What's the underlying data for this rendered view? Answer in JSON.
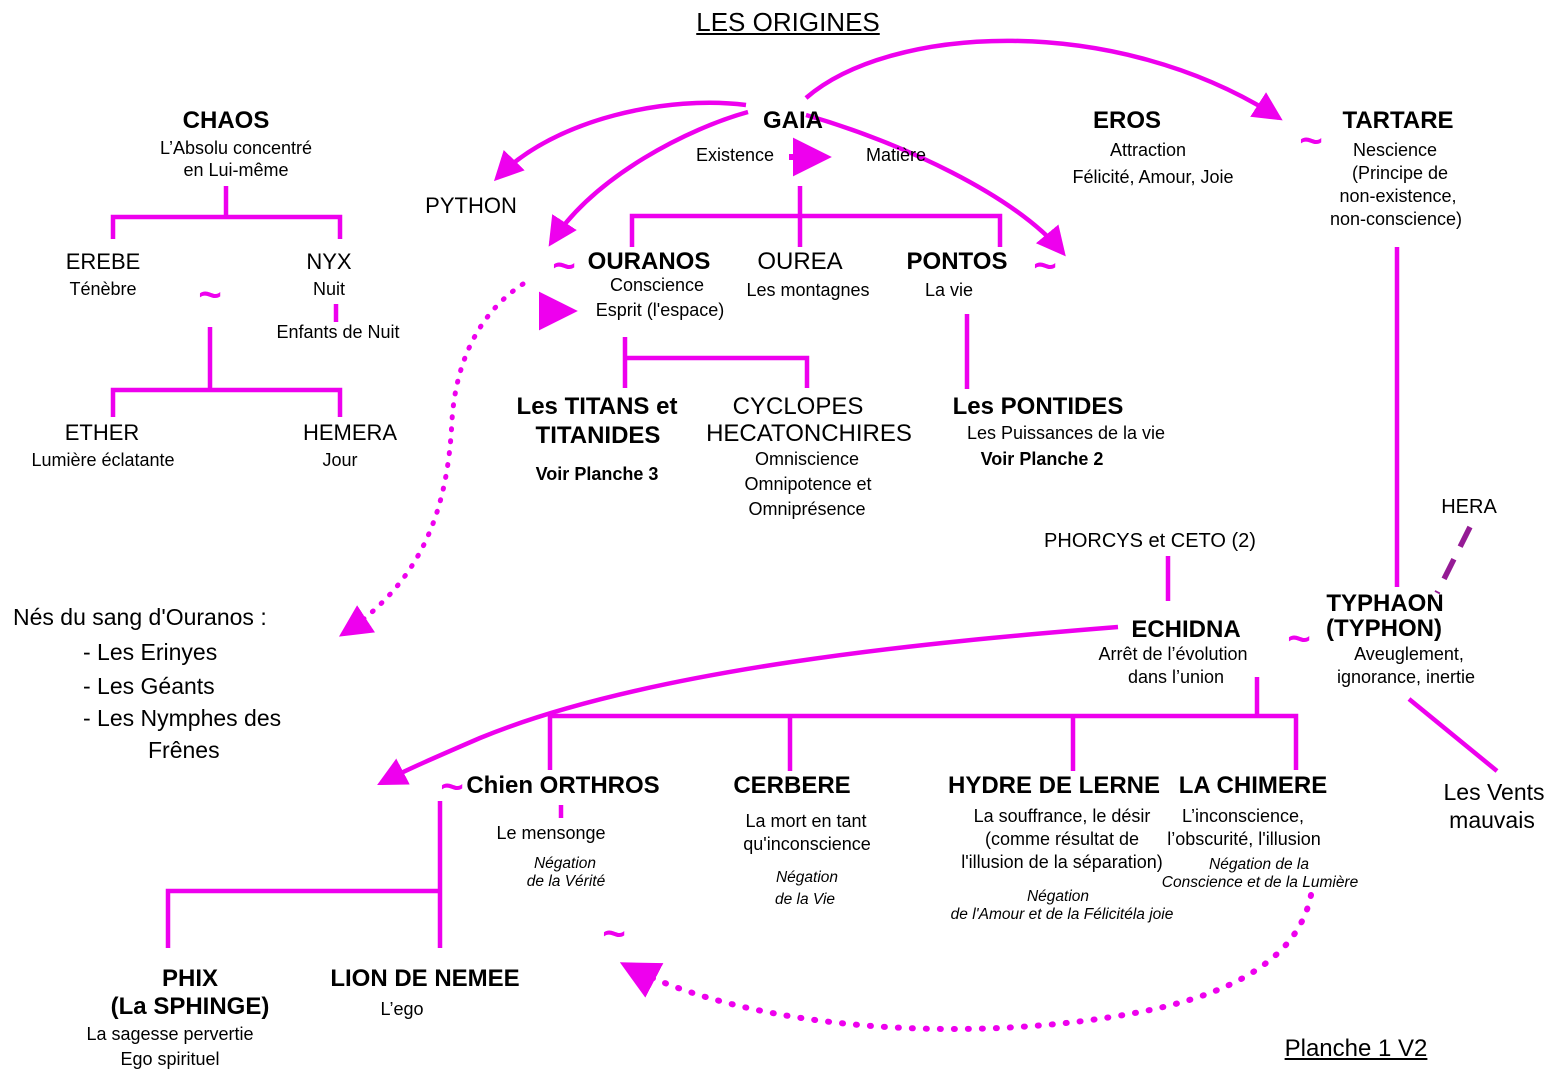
{
  "page": {
    "title": "LES ORIGINES",
    "caption": "Planche 1 V2"
  },
  "symbols": {
    "union": "~"
  },
  "colors": {
    "accent": "#EE00EE",
    "hera_line": "#951B95",
    "text": "#000000"
  },
  "nodes": {
    "chaos": {
      "title": "CHAOS",
      "sub1": "L’Absolu concentré",
      "sub2": "en Lui-même"
    },
    "erebe": {
      "title": "EREBE",
      "sub1": "Ténèbre"
    },
    "nyx": {
      "title": "NYX",
      "sub1": "Nuit",
      "children_label": "Enfants de Nuit"
    },
    "ether": {
      "title": "ETHER",
      "sub1": "Lumière éclatante"
    },
    "hemera": {
      "title": "HEMERA",
      "sub1": "Jour"
    },
    "python": {
      "title": "PYTHON"
    },
    "gaia": {
      "title": "GAIA",
      "left": "Existence",
      "right": "Matière"
    },
    "eros": {
      "title": "EROS",
      "sub1": "Attraction",
      "sub2": "Félicité, Amour, Joie"
    },
    "tartare": {
      "title": "TARTARE",
      "sub1": "Nescience",
      "sub2": "(Principe de",
      "sub3": "non-existence,",
      "sub4": "non-conscience)"
    },
    "ouranos": {
      "title": "OURANOS",
      "sub1": "Conscience",
      "sub2": "Esprit (l'espace)"
    },
    "ourea": {
      "title": "OUREA",
      "sub1": "Les montagnes"
    },
    "pontos": {
      "title": "PONTOS",
      "sub1": "La vie"
    },
    "titans": {
      "title1": "Les TITANS et",
      "title2": "TITANIDES",
      "note": "Voir Planche 3"
    },
    "cyclopes": {
      "title1": "CYCLOPES",
      "title2": "HECATONCHIRES",
      "sub1": "Omniscience",
      "sub2": "Omnipotence et",
      "sub3": "Omniprésence"
    },
    "pontides": {
      "title": "Les PONTIDES",
      "sub1": "Les Puissances de la vie",
      "note": "Voir Planche 2"
    },
    "sang_ouranos": {
      "intro": "Nés du sang d'Ouranos :",
      "item1": "- Les Erinyes",
      "item2": "- Les Géants",
      "item3": "- Les Nymphes des",
      "item4": "Frênes"
    },
    "phorcys": {
      "title": "PHORCYS et CETO (2)"
    },
    "echidna": {
      "title": "ECHIDNA",
      "sub1": "Arrêt de l’évolution",
      "sub2": "dans l’union"
    },
    "typhaon": {
      "title1": "TYPHAON",
      "title2": "(TYPHON)",
      "sub1": "Aveuglement,",
      "sub2": "ignorance, inertie"
    },
    "hera": {
      "title": "HERA"
    },
    "vents": {
      "line1": "Les Vents",
      "line2": "mauvais"
    },
    "orthros": {
      "title": "Chien ORTHROS",
      "sub1": "Le mensonge",
      "note1": "Négation",
      "note2": "de la Vérité"
    },
    "cerbere": {
      "title": "CERBERE",
      "sub1": "La mort en tant",
      "sub2": "qu'inconscience",
      "note1": "Négation",
      "note2": "de la Vie"
    },
    "hydre": {
      "title": "HYDRE DE LERNE",
      "sub1": "La souffrance, le désir",
      "sub2": "(comme résultat de",
      "sub3": "l'illusion de la séparation)",
      "note1": "Négation",
      "note2": "de l'Amour et de la Félicitéla joie"
    },
    "chimere": {
      "title": "LA CHIMERE",
      "sub1": "L’inconscience,",
      "sub2": "l’obscurité, l'illusion",
      "note1": "Négation de la",
      "note2": "Conscience et de la Lumière"
    },
    "phix": {
      "title1": "PHIX",
      "title2": "(La SPHINGE)",
      "sub1": "La sagesse pervertie",
      "sub2": "Ego spirituel"
    },
    "lion": {
      "title": "LION DE NEMEE",
      "sub1": "L’ego"
    }
  }
}
